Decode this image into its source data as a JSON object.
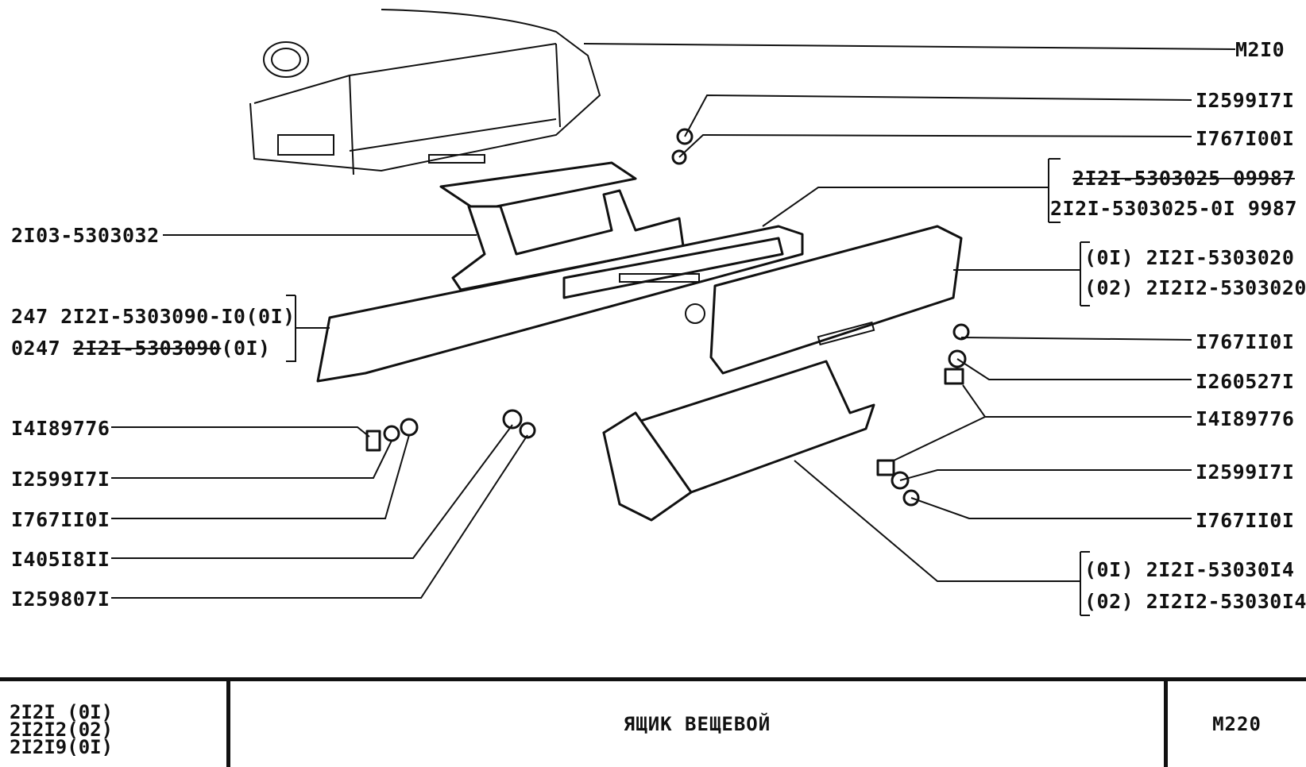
{
  "diagram": {
    "labels_right": {
      "m2i0": "M2I0",
      "p1": "I2599I7I",
      "p2": "I767I00I",
      "p3_old": "2I2I-5303025 09987",
      "p3_new": "2I2I-5303025-0I 9987",
      "p4a": "(0I)  2I2I-5303020",
      "p4b": "(02) 2I2I2-5303020",
      "p5": "I767II0I",
      "p6": "I260527I",
      "p7": "I4I89776",
      "p8": "I2599I7I",
      "p9": "I767II0I",
      "p10a": "(0I)  2I2I-53030I4",
      "p10b": "(02) 2I2I2-53030I4"
    },
    "labels_left": {
      "l1": "2I03-5303032",
      "l2a": "247   2I2I-5303090-I0(0I)",
      "l2b_prefix": "0247 ",
      "l2b_strike": "2I2I-5303090",
      "l2b_suffix": "(0I)",
      "l3": "I4I89776",
      "l4": "I2599I7I",
      "l5": "I767II0I",
      "l6": "I405I8II",
      "l7": "I259807I"
    }
  },
  "title_block": {
    "models": [
      "2I2I (0I)",
      "2I2I2(02)",
      "2I2I9(0I)"
    ],
    "name": "ЯЩИК ВЕЩЕВОЙ",
    "code": "M220"
  }
}
